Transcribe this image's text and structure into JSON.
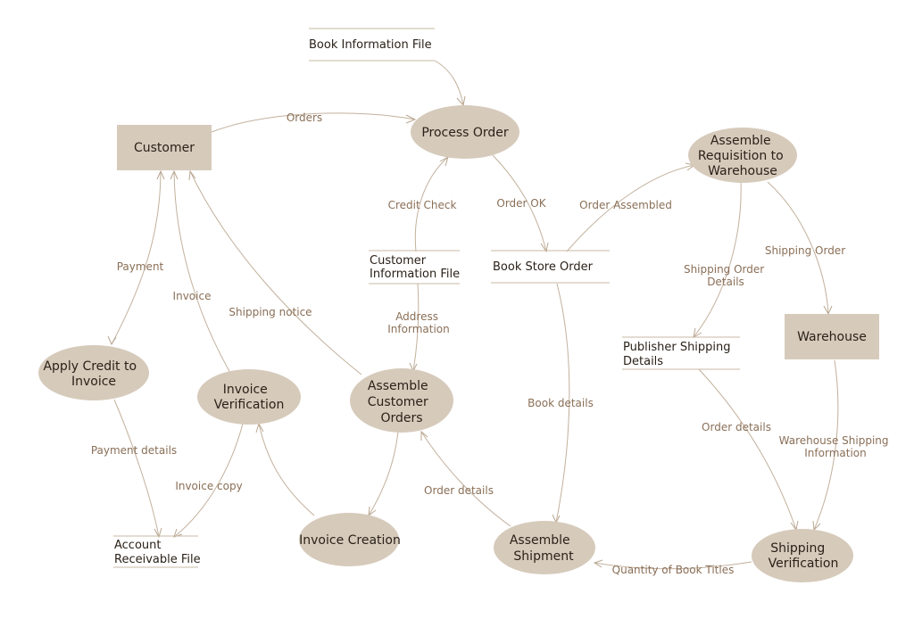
{
  "diagram": {
    "type": "data-flow-diagram",
    "colors": {
      "node": "#d6cabb",
      "flow": "#c2b19d",
      "label": "#8a6f57",
      "text": "#2a2118"
    },
    "entities": {
      "customer": {
        "label": "Customer"
      },
      "warehouse": {
        "label": "Warehouse"
      }
    },
    "processes": {
      "process_order": {
        "label": "Process Order"
      },
      "assemble_requisition": {
        "lines": [
          "Assemble",
          "Requisition to",
          "Warehouse"
        ]
      },
      "apply_credit": {
        "lines": [
          "Apply Credit to",
          "Invoice"
        ]
      },
      "invoice_verification": {
        "lines": [
          "Invoice",
          "Verification"
        ]
      },
      "assemble_customer_orders": {
        "lines": [
          "Assemble",
          "Customer",
          "Orders"
        ]
      },
      "invoice_creation": {
        "label": "Invoice Creation"
      },
      "assemble_shipment": {
        "lines": [
          "Assemble",
          "Shipment"
        ]
      },
      "shipping_verification": {
        "lines": [
          "Shipping",
          "Verification"
        ]
      }
    },
    "stores": {
      "book_information_file": {
        "lines": [
          "Book Information File"
        ]
      },
      "customer_information_file": {
        "lines": [
          "Customer",
          "Information File"
        ]
      },
      "book_store_order": {
        "lines": [
          "Book Store Order"
        ]
      },
      "publisher_shipping_details": {
        "lines": [
          "Publisher Shipping",
          "Details"
        ]
      },
      "account_receivable_file": {
        "lines": [
          "Account",
          "Receivable File"
        ]
      }
    },
    "flows": {
      "orders": {
        "lines": [
          "Orders"
        ]
      },
      "credit_check": {
        "lines": [
          "Credit Check"
        ]
      },
      "order_ok": {
        "lines": [
          "Order OK"
        ]
      },
      "order_assembled": {
        "lines": [
          "Order Assembled"
        ]
      },
      "shipping_order": {
        "lines": [
          "Shipping Order"
        ]
      },
      "shipping_order_details": {
        "lines": [
          "Shipping Order",
          "Details"
        ]
      },
      "payment": {
        "lines": [
          "Payment"
        ]
      },
      "invoice": {
        "lines": [
          "Invoice"
        ]
      },
      "shipping_notice": {
        "lines": [
          "Shipping notice"
        ]
      },
      "address_information": {
        "lines": [
          "Address",
          "Information"
        ]
      },
      "book_details": {
        "lines": [
          "Book details"
        ]
      },
      "payment_details": {
        "lines": [
          "Payment details"
        ]
      },
      "invoice_copy": {
        "lines": [
          "Invoice copy"
        ]
      },
      "order_details_assemble": {
        "lines": [
          "Order details"
        ]
      },
      "order_details_publisher": {
        "lines": [
          "Order details"
        ]
      },
      "warehouse_shipping_information": {
        "lines": [
          "Warehouse Shipping",
          "Information"
        ]
      },
      "quantity_of_book_titles": {
        "lines": [
          "Quantity of Book Titles"
        ]
      }
    }
  }
}
